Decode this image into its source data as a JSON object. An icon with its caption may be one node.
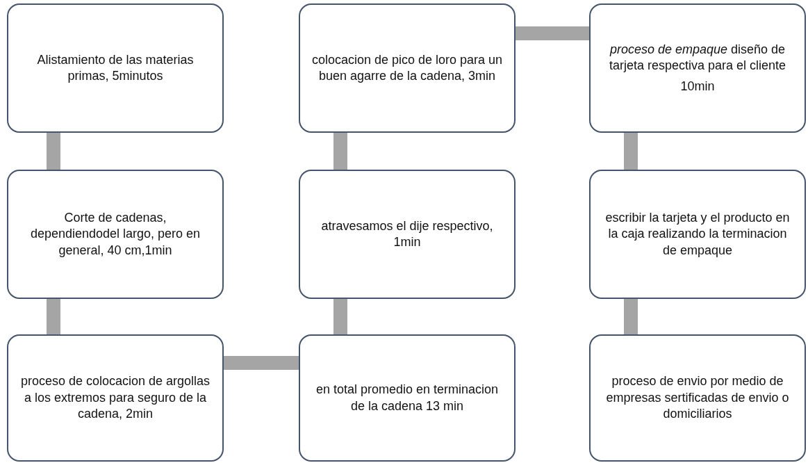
{
  "diagram": {
    "nodes": [
      {
        "text": [
          "Alistamiento de las materias primas, 5minutos"
        ]
      },
      {
        "text": [
          "colocacion de pico de loro para un buen agarre de la cadena, 3min"
        ]
      },
      {
        "text": [
          "*proceso de empaque* diseño de tarjeta respectiva para el cliente",
          "10min"
        ]
      },
      {
        "text": [
          "Corte de cadenas, dependiendodel largo, pero en general, 40 cm,1min"
        ]
      },
      {
        "text": [
          "atravesamos el dije respectivo, 1min"
        ]
      },
      {
        "text": [
          "escribir la tarjeta y el producto en la caja realizando la terminacion de empaque"
        ]
      },
      {
        "text": [
          "proceso de colocacion de argollas a los extremos para seguro de la cadena, 2min"
        ]
      },
      {
        "text": [
          "en total promedio en terminacion de la cadena 13 min"
        ]
      },
      {
        "text": [
          "proceso de envio por medio de empresas sertificadas de envio o domiciliarios"
        ]
      }
    ],
    "edges": [
      {
        "from": 0,
        "to": 3,
        "arrow": "none"
      },
      {
        "from": 3,
        "to": 6,
        "arrow": "none"
      },
      {
        "from": 6,
        "to": 7,
        "arrow": "none"
      },
      {
        "from": 7,
        "to": 4,
        "arrow": "none"
      },
      {
        "from": 4,
        "to": 1,
        "arrow": "none"
      },
      {
        "from": 1,
        "to": 2,
        "arrow": "none"
      },
      {
        "from": 2,
        "to": 5,
        "arrow": "none"
      },
      {
        "from": 5,
        "to": 8,
        "arrow": "none"
      }
    ]
  }
}
